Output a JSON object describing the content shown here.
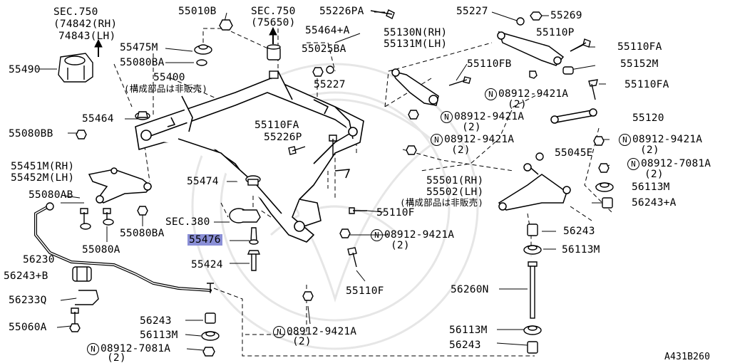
{
  "diagram_code": "A431B260",
  "highlight_color": "#8a8fd6",
  "labels": {
    "sec750_left": "SEC.750",
    "p74842": "(74842(RH)",
    "p74843": "74843(LH)",
    "p55010B": "55010B",
    "sec750_mid": "SEC.750",
    "p75650": "(75650)",
    "p55226PA": "55226PA",
    "p55227_top": "55227",
    "p55269": "55269",
    "p55475M": "55475M",
    "p55464A": "55464+A",
    "p55130N": "55130N(RH)",
    "p55131M": "55131M(LH)",
    "p55110P": "55110P",
    "p55080BA_top": "55080BA",
    "p55025BA": "55025BA",
    "p55110FA_1": "55110FA",
    "p55490": "55490",
    "p55400": "55400",
    "p55400_note": "(構成部品は非販売)",
    "p55227_mid": "55227",
    "p55110FB": "55110FB",
    "p55152M": "55152M",
    "n08912_1": "08912-9421A",
    "n08912_1_qty": "(2)",
    "p55110FA_2": "55110FA",
    "p55464": "55464",
    "n08912_2": "08912-9421A",
    "n08912_2_qty": "(2)",
    "p55120": "55120",
    "p55080BB": "55080BB",
    "p55110FA_3": "55110FA",
    "p55226P": "55226P",
    "n08912_3": "08912-9421A",
    "n08912_3_qty": "(2)",
    "n08912_4": "08912-9421A",
    "n08912_4_qty": "(2)",
    "p55451M": "55451M(RH)",
    "p55452M": "55452M(LH)",
    "p55045E": "55045E",
    "n08912_7081_r": "08912-7081A",
    "n08912_7081_r_qty": "(2)",
    "p55474": "55474",
    "p55501": "55501(RH)",
    "p55502": "55502(LH)",
    "p55502_note": "(構成部品は非販売)",
    "p56113M_r1": "56113M",
    "p55080AB": "55080AB",
    "p56243A": "56243+A",
    "sec380": "SEC.380",
    "p55110F_1": "55110F",
    "p55080BA_l": "55080BA",
    "p56243_r": "56243",
    "p55476": "55476",
    "n08912_5": "08912-9421A",
    "n08912_5_qty": "(2)",
    "p55080A": "55080A",
    "p56113M_r2": "56113M",
    "p56230": "56230",
    "p55424": "55424",
    "p56243B": "56243+B",
    "p55110F_2": "55110F",
    "p56260N": "56260N",
    "p56233Q": "56233Q",
    "p56243_b": "56243",
    "p55060A": "55060A",
    "p56113M_b": "56113M",
    "p56113M_r3": "56113M",
    "n08912_6": "08912-9421A",
    "n08912_6_qty": "(2)",
    "n08912_7081_b": "08912-7081A",
    "n08912_7081_b_qty": "(2)",
    "p56243_r3": "56243"
  }
}
